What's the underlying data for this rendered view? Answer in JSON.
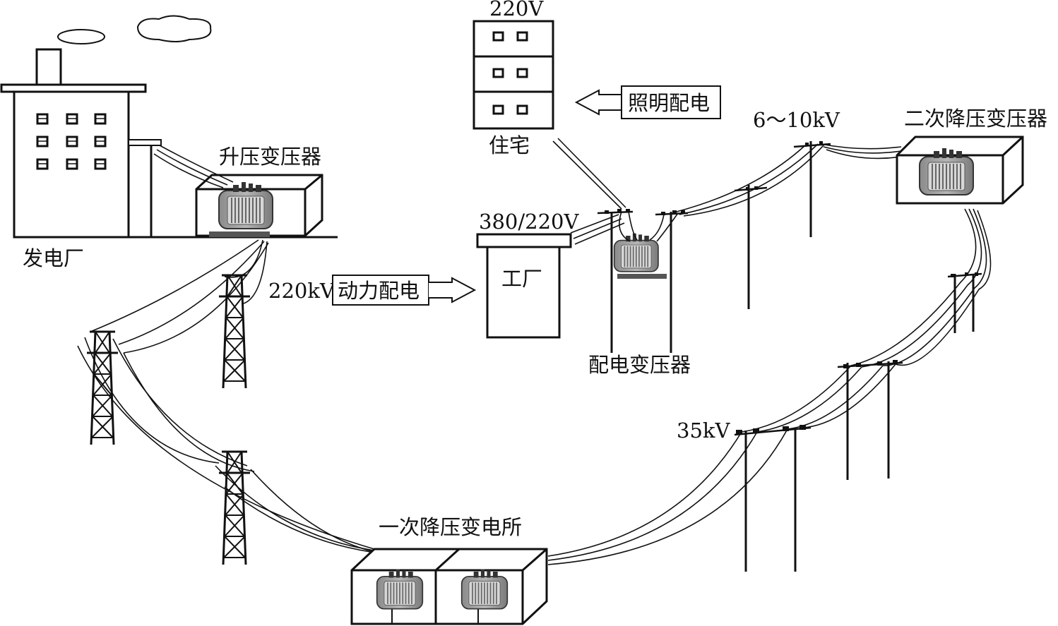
{
  "labels": {
    "power_plant": "发电厂",
    "step_up_transformer": "升压变压器",
    "hv_220kv": "220kV",
    "power_distribution": "动力配电",
    "factory": "工厂",
    "factory_voltage": "380/220V",
    "residence": "住宅",
    "residence_voltage": "220V",
    "lighting_distribution": "照明配电",
    "distribution_transformer": "配电变压器",
    "mv_6_10kv": "6～10kV",
    "secondary_stepdown": "二次降压变压器",
    "mv_35kv": "35kV",
    "primary_substation": "一次降压变电所"
  },
  "colors": {
    "line": "#111111",
    "transformer_fill": "#8a8a8a",
    "transformer_light": "#c8c8c8",
    "background": "#ffffff"
  }
}
